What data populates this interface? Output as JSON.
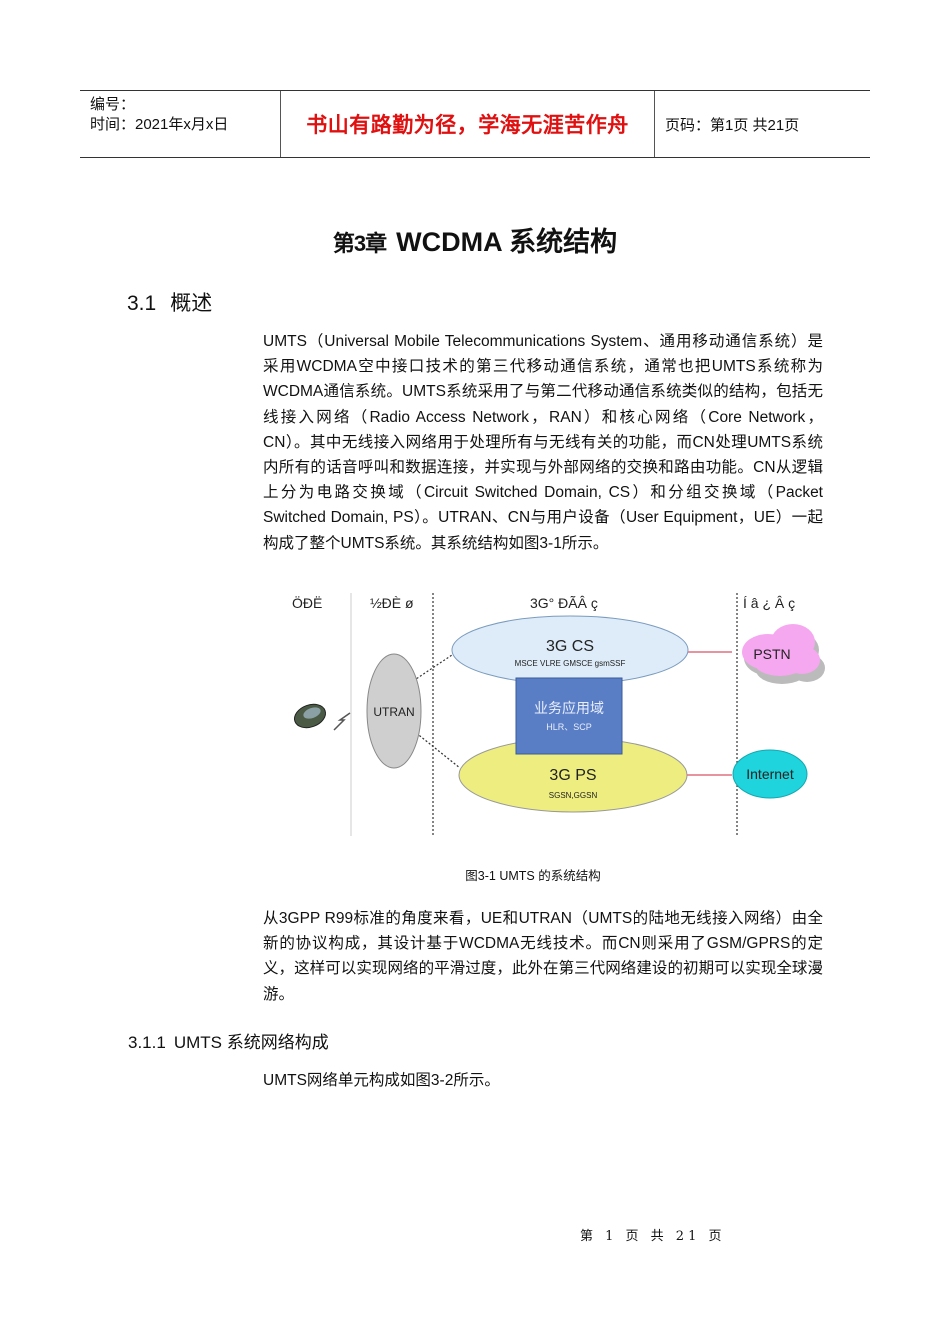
{
  "header": {
    "number_label": "编号：",
    "date_label": "时间：2021年x月x日",
    "motto": "书山有路勤为径，学海无涯苦作舟",
    "page_info": "页码：第1页  共21页",
    "motto_color": "#e01010"
  },
  "chapter": {
    "prefix": "第3章",
    "title": "WCDMA 系统结构"
  },
  "section": {
    "number": "3.1",
    "title": "概述"
  },
  "paragraphs": {
    "p1": "UMTS（Universal Mobile Telecommunications System、通用移动通信系统）是采用WCDMA空中接口技术的第三代移动通信系统，通常也把UMTS系统称为WCDMA通信系统。UMTS系统采用了与第二代移动通信系统类似的结构，包括无线接入网络（Radio Access Network，RAN）和核心网络（Core Network，CN）。其中无线接入网络用于处理所有与无线有关的功能，而CN处理UMTS系统内所有的话音呼叫和数据连接，并实现与外部网络的交换和路由功能。CN从逻辑上分为电路交换域（Circuit Switched Domain, CS）和分组交换域（Packet Switched Domain, PS）。UTRAN、CN与用户设备（User Equipment，UE）一起构成了整个UMTS系统。其系统结构如图3-1所示。",
    "p2": "从3GPP R99标准的角度来看，UE和UTRAN（UMTS的陆地无线接入网络）由全新的协议构成，其设计基于WCDMA无线技术。而CN则采用了GSM/GPRS的定义，这样可以实现网络的平滑过度，此外在第三代网络建设的初期可以实现全球漫游。",
    "p3": "UMTS网络单元构成如图3-2所示。"
  },
  "figure": {
    "col_labels": [
      "ÖÐË",
      "½ÐÈ ø",
      "3G° ÐÃÂ ç",
      "Í â ¿ Â ç"
    ],
    "cs_title": "3G CS",
    "cs_sub": "MSCE VLRE GMSCE gsmSSF",
    "service_title": "业务应用域",
    "service_sub": "HLR、SCP",
    "ps_title": "3G PS",
    "ps_sub": "SGSN,GGSN",
    "utran": "UTRAN",
    "pstn": "PSTN",
    "internet": "Internet",
    "caption": "图3-1 UMTS 的系统结构"
  },
  "subsection": {
    "number": "3.1.1",
    "title": "UMTS 系统网络构成"
  },
  "footer": {
    "page": "第 1 页 共 21 页"
  }
}
